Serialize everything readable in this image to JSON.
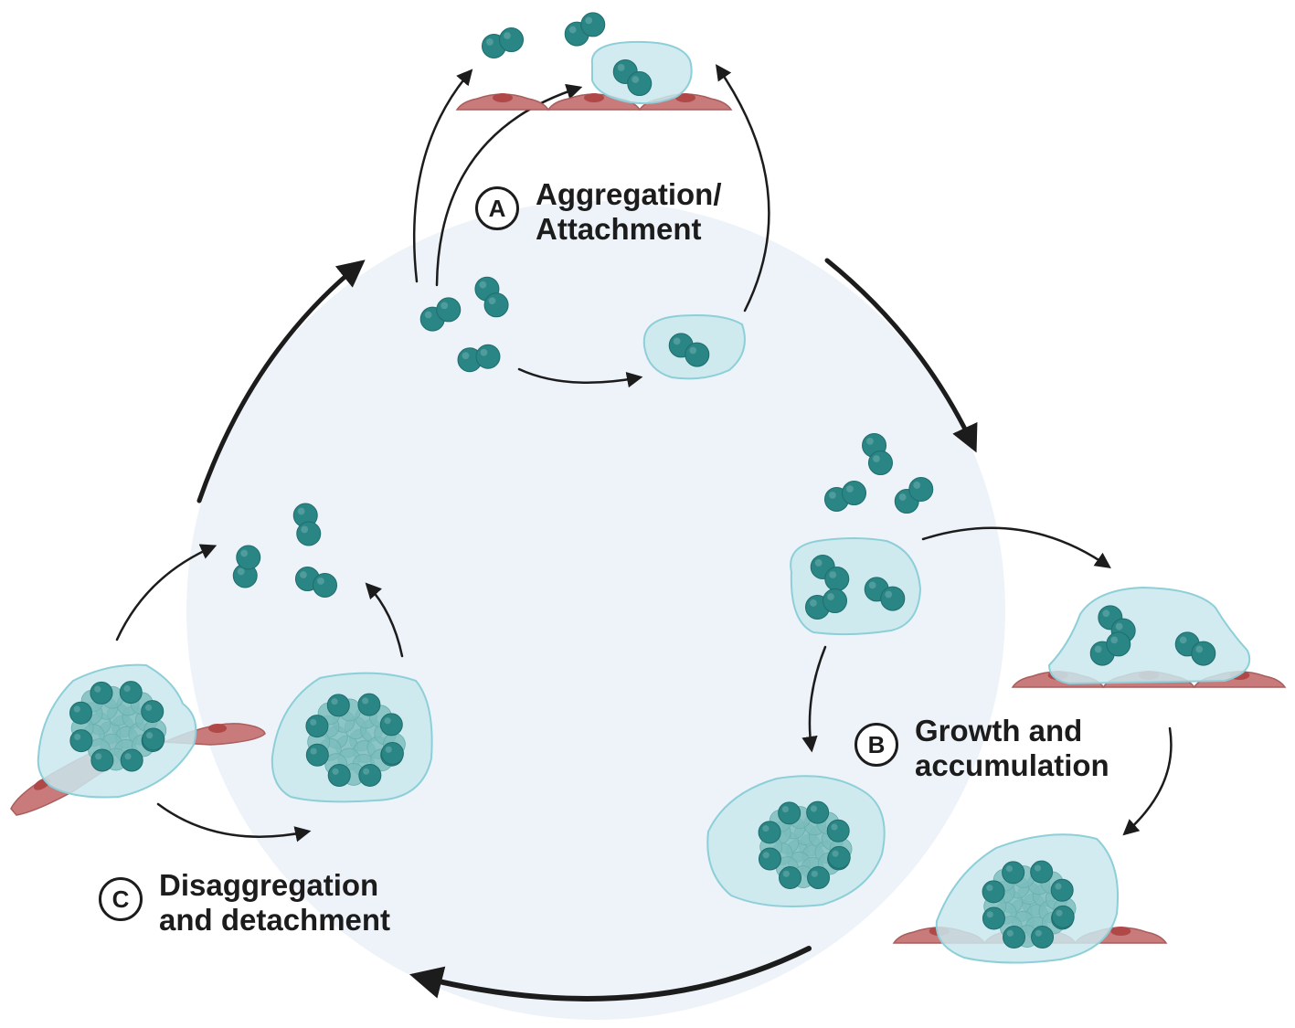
{
  "stages": {
    "a": {
      "letter": "A",
      "line1": "Aggregation/",
      "line2": "Attachment"
    },
    "b": {
      "letter": "B",
      "line1": "Growth and",
      "line2": "accumulation"
    },
    "c": {
      "letter": "C",
      "line1": "Disaggregation",
      "line2": "and detachment"
    }
  },
  "colors": {
    "bacterium": "#2a8585",
    "bacterium_light": "#7bbcbc",
    "biofilm_matrix": "#c9e8ed",
    "host_cell": "#c97a7a",
    "background_circle": "#eef3f9",
    "arrow": "#1c1c1c"
  }
}
